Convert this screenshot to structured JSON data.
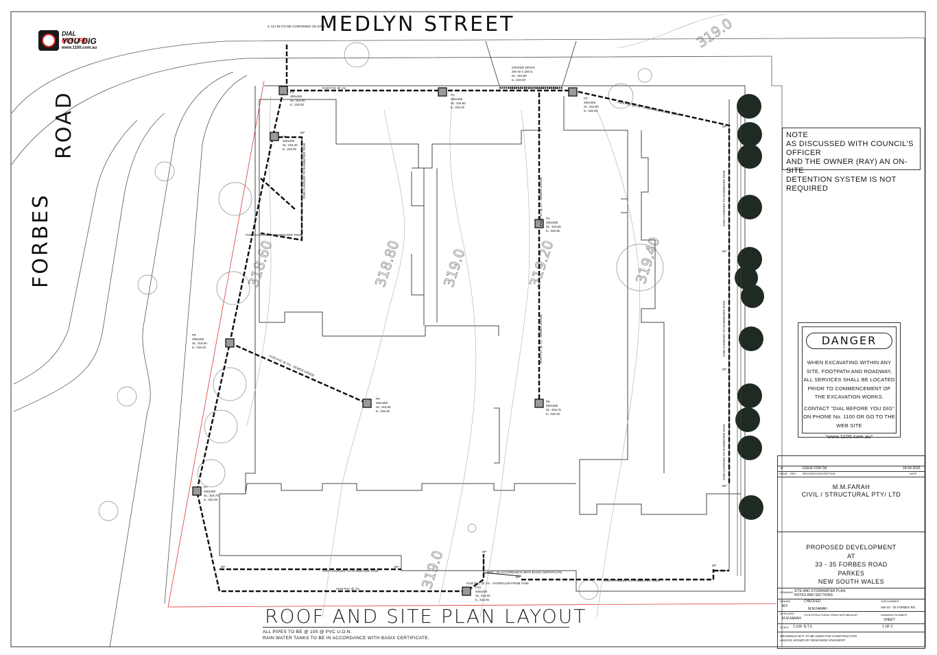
{
  "logo": {
    "line1_a": "DIAL ",
    "line1_b": "BEFORE",
    "line2": "YOU DIG",
    "line3": "www.1100.com.au"
  },
  "streets": {
    "top": "MEDLYN       STREET",
    "left_a": "FORBES",
    "left_b": "ROAD"
  },
  "contours": [
    "319.0",
    "318.60",
    "318.80",
    "319.0",
    "319.20",
    "319.40",
    "319.0"
  ],
  "pits": [
    {
      "id": "P1",
      "size": "450x450",
      "sl": "SL: 319.40",
      "il": "IL: 318.00"
    },
    {
      "id": "P2",
      "size": "450x450",
      "sl": "SL: 318.50",
      "il": "IL: 318.15"
    },
    {
      "id": "P3",
      "size": "450x450",
      "sl": "SL: 318.50",
      "il": "IL: 318.25"
    },
    {
      "id": "P4",
      "size": "450x450",
      "sl": "SL: 318.65",
      "il": "IL: 318.35"
    },
    {
      "id": "P5",
      "size": "450x450",
      "sl": "SL: 318.75",
      "il": "IL: 318.45"
    },
    {
      "id": "P6",
      "size": "450x450",
      "sl": "SL: 318.65",
      "il": "IL: 318.30"
    },
    {
      "id": "P7",
      "size": "450x450",
      "sl": "SL: 318.70",
      "il": "IL: 318.35"
    },
    {
      "id": "P8",
      "size": "450x450",
      "sl": "SL: 318.60",
      "il": "IL: 318.20"
    },
    {
      "id": "P9",
      "size": "450x450",
      "sl": "SL: 318.40",
      "il": "IL: 318.05"
    },
    {
      "id": "P10",
      "size": "450x450",
      "sl": "SL: 319.00",
      "il": "IL: 318.65"
    }
  ],
  "pipe_labels": {
    "top_main": "#100 PVC @ 1%",
    "top_sewer": "#100 PVC @ 1% - SEWER GRADE",
    "overflow": "#100 PVC @ 1% - OVERFLOW FROM TANK",
    "charged": "#100 CHARGED TO RAINWATER TANK",
    "sewer_grade": "#100 PVC @ 1% - SEWER GRADE",
    "bottom": "#100 PVC @ 1%",
    "tank": "RWT - IN ACCORDANCE WITH BASIX CERTIFICATE",
    "tank_overflow": "#100 PVC @ 1% - OVERFLOW FROM TANK",
    "grated": "GRATED DRAIN",
    "grated_size": "200 W X 200 D",
    "grated_sl": "SL: 318.50",
    "grated_il": "IL: 318.30",
    "il_top": "IL 317.95 (TO BE CONFIRMED ON SITE)",
    "dp": "DP"
  },
  "note": {
    "l1": "NOTE",
    "l2": "AS DISCUSSED WITH COUNCIL'S OFFICER",
    "l3": "AND THE OWNER (RAY) AN ON-SITE",
    "l4": "DETENTION SYSTEM IS NOT REQUIRED"
  },
  "danger": {
    "title": "DANGER",
    "l1": "WHEN EXCAVATING WITHIN ANY",
    "l2": "SITE, FOOTPATH AND ROADWAY,",
    "l3": "ALL SERVICES SHALL BE LOCATED",
    "l4": "PRIOR TO COMMENCEMENT OF",
    "l5": "THE EXCAVATION WORKS.",
    "l6": "CONTACT \"DIAL BEFORE YOU DIG\"",
    "l7": "ON PHONE No. 1100 OR GO TO THE",
    "l8": "WEB SITE",
    "l9": "\"www.1100.com.au\""
  },
  "titleblock": {
    "rev": "A",
    "issue": "ISSUE FOR DA",
    "date": "18-09-2025",
    "hdr_issue": "ISSUE",
    "hdr_rev": "REV",
    "hdr_desc": "REVISION DESCRIPTION",
    "hdr_date": "DATE",
    "firm1": "M.M.FARAH",
    "firm2": "CIVIL / STRUCTURAL PTY/ LTD",
    "proj1": "PROPOSED DEVELOPMENT",
    "proj2": "AT",
    "proj3": "33 - 35 FORBES ROAD",
    "proj4": "PARKES",
    "proj5": "NEW SOUTH WALES",
    "drawing_lbl": "DRAWING",
    "drawing1": "SITE AND STORMWATER PLAN,",
    "drawing2": "NOTES AND SECTIONS.",
    "drawn_lbl": "DRAWN",
    "drawn": "M.F",
    "checked_lbl": "CHECKED",
    "checked": "M.M.FARAH",
    "checked2": "CIVIL/STRUCTURAL PENG NER MIEAUST",
    "job_lbl": "JOB NUMBER:",
    "job": "SW-33 - 35 FORBES RD",
    "designed_lbl": "DESIGNED",
    "designed": "M.M.FARAH",
    "dwgno_lbl": "DRAWING NUMBER:",
    "dwgno": "SHEET",
    "scale_lbl": "SCALE",
    "scale": "1:100- N.T.S",
    "sheet": "1 OF 2",
    "warn1": "DRAWINGS NOT TO BE USED FOR CONSTRUCTION",
    "warn2": "UNLESS SIGNED BY DESIGNING ENGINEER"
  },
  "plan": {
    "title": "ROOF AND SITE PLAN LAYOUT",
    "note1": "ALL PIPES TO BE @ 100 @ PVC U.O.N.",
    "note2": "RAIN WATER TANKS TO BE IN ACCORDANCE WITH BASIX CERTIFICATE."
  }
}
